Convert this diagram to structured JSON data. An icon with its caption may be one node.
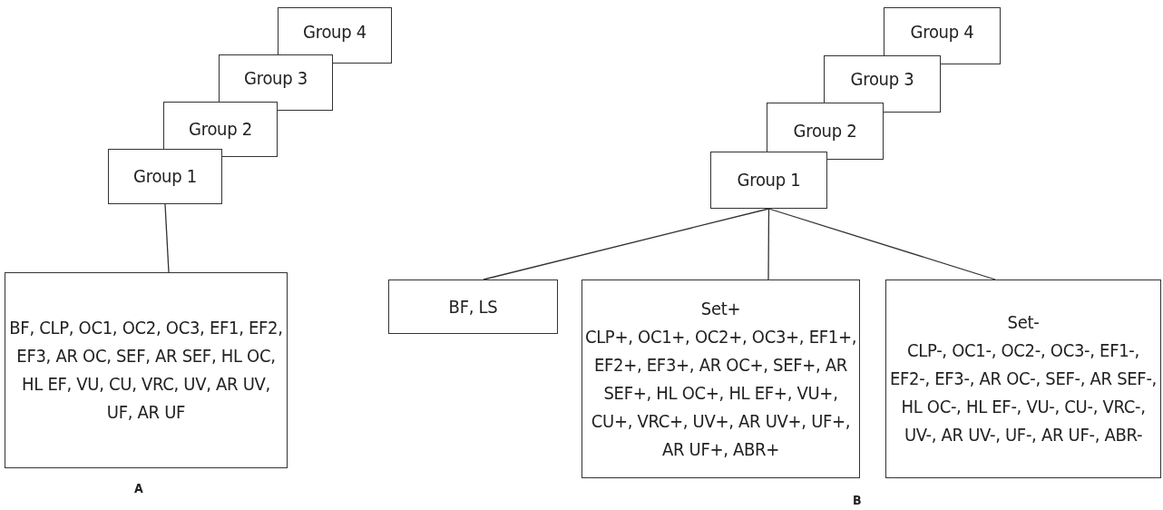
{
  "diagram": {
    "nodes": [
      {
        "text": [
          "Group 4"
        ]
      },
      {
        "text": [
          "Group 3"
        ]
      },
      {
        "text": [
          "Group 2"
        ]
      },
      {
        "text": [
          "Group 1"
        ]
      },
      {
        "text": [
          "BF, CLP, OC1, OC2, OC3, EF1, EF2, EF3, AR OC, SEF, AR SEF, HL OC, HL EF, VU, CU, VRC, UV, AR UV, UF, AR UF"
        ]
      },
      {
        "text": [
          "Group 4"
        ]
      },
      {
        "text": [
          "Group 3"
        ]
      },
      {
        "text": [
          "Group 2"
        ]
      },
      {
        "text": [
          "Group 1"
        ]
      },
      {
        "text": [
          "BF, LS"
        ]
      },
      {
        "text": [
          "Set+",
          "CLP+, OC1+, OC2+, OC3+, EF1+, EF2+, EF3+, AR OC+, SEF+, AR SEF+, HL OC+, HL EF+, VU+, CU+, VRC+, UV+, AR UV+, UF+, AR UF+, ABR+"
        ]
      },
      {
        "text": [
          "Set-",
          "CLP-, OC1-, OC2-, OC3-, EF1-, EF2-, EF3-, AR OC-, SEF-, AR SEF-, HL OC-, HL EF-, VU-, CU-, VRC-, UV-, AR UV-, UF-, AR UF-, ABR-"
        ]
      }
    ],
    "edges": [
      {
        "from": 3,
        "to": 4,
        "arrow": "none"
      },
      {
        "from": 8,
        "to": 9,
        "arrow": "none"
      },
      {
        "from": 8,
        "to": 10,
        "arrow": "none"
      },
      {
        "from": 8,
        "to": 11,
        "arrow": "none"
      }
    ],
    "labels": [
      "A",
      "B"
    ]
  }
}
